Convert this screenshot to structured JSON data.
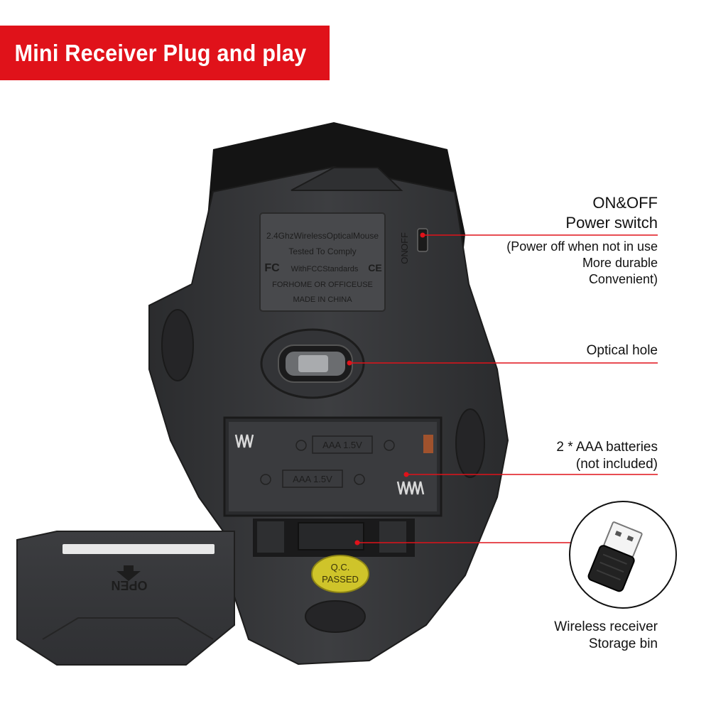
{
  "banner": {
    "title": "Mini Receiver Plug and play"
  },
  "colors": {
    "accent": "#e0121a",
    "mouse_body": "#3a3b3d",
    "mouse_shell": "#151515",
    "badge": "#d4c82a"
  },
  "callouts": {
    "power": {
      "line1": "ON&OFF",
      "line2": "Power switch",
      "line3": "(Power off when not in use",
      "line4": "More durable",
      "line5": "Convenient)"
    },
    "optical": {
      "line1": "Optical hole"
    },
    "batteries": {
      "line1": "2 * AAA batteries",
      "line2": "(not included)"
    },
    "receiver": {
      "line1": "Wireless receiver",
      "line2": "Storage bin"
    }
  },
  "mouse_label": {
    "line1": "2.4GhzWirelessOpticalMouse",
    "line2": "Tested To Comply",
    "line3": "WithFCCStandards",
    "line4": "FORHOME OR OFFICEUSE",
    "line5": "MADE IN CHINA",
    "fc_mark": "FC",
    "ce_mark": "CE"
  },
  "switch_labels": {
    "on": "ON",
    "off": "OFF"
  },
  "battery_labels": {
    "top": "AAA 1.5V",
    "bottom": "AAA 1.5V"
  },
  "qc_badge": {
    "line1": "Q.C.",
    "line2": "PASSED"
  },
  "cover": {
    "open_text": "OPEN"
  },
  "icons": [
    "arrow-down-icon",
    "usb-receiver-icon"
  ]
}
